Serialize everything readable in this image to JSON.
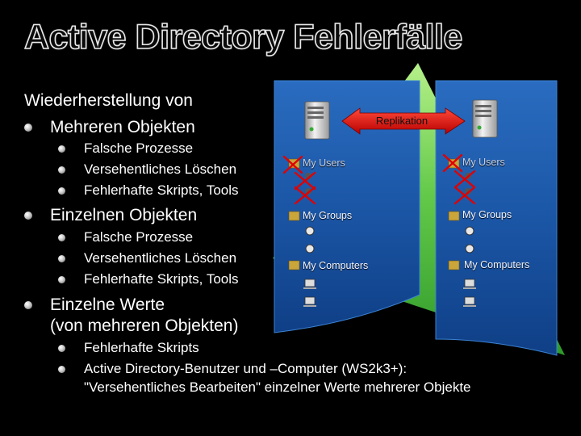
{
  "title": "Active Directory Fehlerfälle",
  "bullets": [
    {
      "level": 0,
      "text": "Wiederherstellung von",
      "bullet": false
    },
    {
      "level": 0,
      "text": "Mehreren Objekten",
      "bullet": true
    },
    {
      "level": 1,
      "text": "Falsche Prozesse",
      "bullet": true
    },
    {
      "level": 1,
      "text": "Versehentliches Löschen",
      "bullet": true
    },
    {
      "level": 1,
      "text": "Fehlerhafte Skripts, Tools",
      "bullet": true
    },
    {
      "level": 0,
      "text": "Einzelnen Objekten",
      "bullet": true
    },
    {
      "level": 1,
      "text": "Falsche Prozesse",
      "bullet": true
    },
    {
      "level": 1,
      "text": "Versehentliches Löschen",
      "bullet": true
    },
    {
      "level": 1,
      "text": "Fehlerhafte Skripts, Tools",
      "bullet": true
    },
    {
      "level": 0,
      "text": "Einzelne Werte",
      "bullet": true
    },
    {
      "level": 0,
      "text": "(von mehreren Objekten)",
      "bullet": false
    },
    {
      "level": 1,
      "text": "Fehlerhafte Skripts",
      "bullet": true
    },
    {
      "level": 1,
      "text": "Active Directory-Benutzer und –Computer (WS2k3+):",
      "bullet": true
    },
    {
      "level": 1,
      "text": "\"Versehentliches Bearbeiten\" einzelner Werte mehrerer Objekte",
      "bullet": false
    }
  ],
  "diagram": {
    "replication_label": "Replikation",
    "left_server": {
      "users": "My Users",
      "groups": "My Groups",
      "computers": "My Computers"
    },
    "right_server": {
      "users": "My Users",
      "groups": "My Groups",
      "computers": "My Computers"
    },
    "icons": [
      "server-icon",
      "folder-icon",
      "user-icon",
      "group-icon",
      "computer-icon",
      "deleted-cross-icon",
      "double-arrow-icon"
    ],
    "colors": {
      "panel": "#1e5aa8",
      "panel_dark": "#12387a",
      "wedge": "#5fc24a",
      "arrow": "#e00000",
      "cross": "#e00000"
    }
  }
}
